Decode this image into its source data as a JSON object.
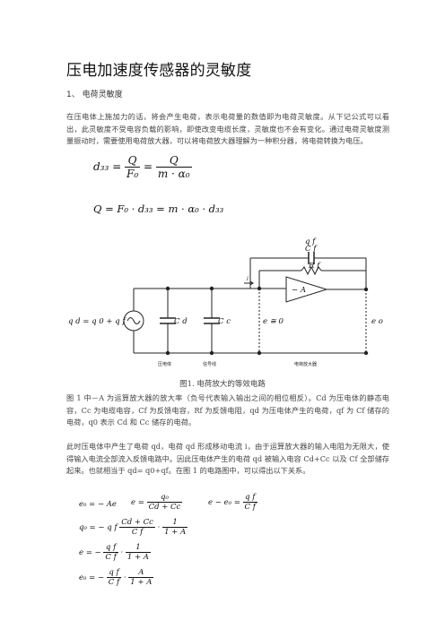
{
  "document": {
    "title": "压电加速度传感器的灵敏度",
    "section_heading": "1、 电荷灵敏度",
    "paragraph1": "在压电体上施加力的话，将会产生电荷，表示电荷量的数值即为电荷灵敏度。从下记公式可以看出，此灵敏度不受电容负载的影响，即使改变电缆长度，灵敏度也不会有变化。通过电荷灵敏度测量振动时，需要使用电荷放大器，可以将电荷放大器理解为一种积分器，将电荷转换为电压。",
    "eq1": {
      "lhs": "d₃₃ =",
      "num1": "Q",
      "den1": "F₀",
      "mid": "=",
      "num2": "Q",
      "den2": "m · α₀"
    },
    "eq2": "Q = F₀ · d₃₃ = m · α₀ · d₃₃",
    "figure_caption": "图1. 电荷放大的等效电路",
    "paragraph2": "图 1 中－A 为运算放大器的放大率（负号代表输入输出之间的相位相反）。Cd 为压电体的静态电容，Cc 为电缆电容，Cf 为反馈电容，Rf 为反馈电阻，qd 为压电体产生的电荷，qf 为 Cf 储存的电荷，q0 表示 Cd 和 Cc 储存的电荷。",
    "paragraph3": "此时压电体中产生了电荷 qd，电荷 qd 形成移动电流 i，由于运算放大器的输入电阻为无限大，使得输入电流全部流入反馈电路中。因此压电体产生的电荷 qd 被输入电容 Cd+Cc 以及 Cf 全部储存起来。也就相当于 qd= q0+qf。在图 1 的电路图中，可以得出以下关系。"
  },
  "circuit": {
    "qf_label": "q f",
    "cf_label": "C f",
    "rf_label": "R f",
    "amp_label": "− A",
    "i_label": "i",
    "source_label": "q d = q 0 + q f",
    "cd_label": "C d",
    "cc_label": "C c",
    "e_label": "e ≅ 0",
    "eo_label": "e o",
    "bottom_labels": [
      "压电体",
      "信号线",
      "电荷放大器"
    ]
  },
  "equations": {
    "e1": "e₀ = − Ae",
    "e2_lhs": "e =",
    "e2_num": "q₀",
    "e2_den": "Cd + Cc",
    "e3_lhs": "e − e₀ =",
    "e3_num": "q f",
    "e3_den": "C f",
    "e4_lhs": "q₀ = − q f",
    "e4_num": "Cd + Cc",
    "e4_den": "C f",
    "e4_num2": "1",
    "e4_den2": "1 + A",
    "e5_lhs": "e = −",
    "e5_num": "q f",
    "e5_den": "C f",
    "e5_num2": "1",
    "e5_den2": "1 + A",
    "e6_lhs": "e₀ = −",
    "e6_num": "q f",
    "e6_den": "C f",
    "e6_num2": "A",
    "e6_den2": "1 + A"
  }
}
